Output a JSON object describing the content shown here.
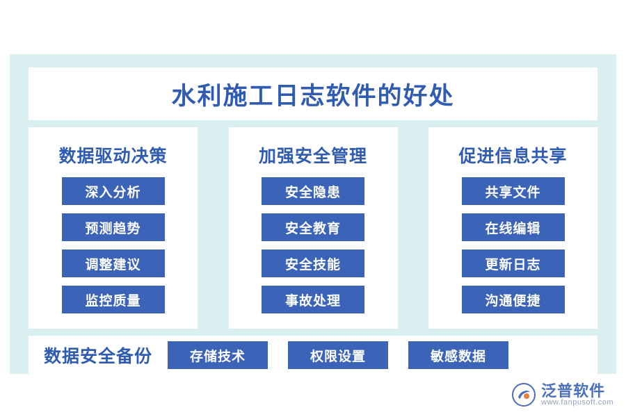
{
  "title": "水利施工日志软件的好处",
  "columns": [
    {
      "heading": "数据驱动决策",
      "items": [
        "深入分析",
        "预测趋势",
        "调整建议",
        "监控质量"
      ]
    },
    {
      "heading": "加强安全管理",
      "items": [
        "安全隐患",
        "安全教育",
        "安全技能",
        "事故处理"
      ]
    },
    {
      "heading": "促进信息共享",
      "items": [
        "共享文件",
        "在线编辑",
        "更新日志",
        "沟通便捷"
      ]
    }
  ],
  "bottom": {
    "label": "数据安全备份",
    "items": [
      "存储技术",
      "权限设置",
      "敏感数据"
    ]
  },
  "logo": {
    "name": "泛普软件",
    "url": "www.fanpusoft.com",
    "icon": "fanpu-logo-icon"
  },
  "colors": {
    "band": "#d9eff0",
    "accent_text": "#2f5cb0",
    "chip": "#3b63b8",
    "panel": "#ffffff"
  }
}
